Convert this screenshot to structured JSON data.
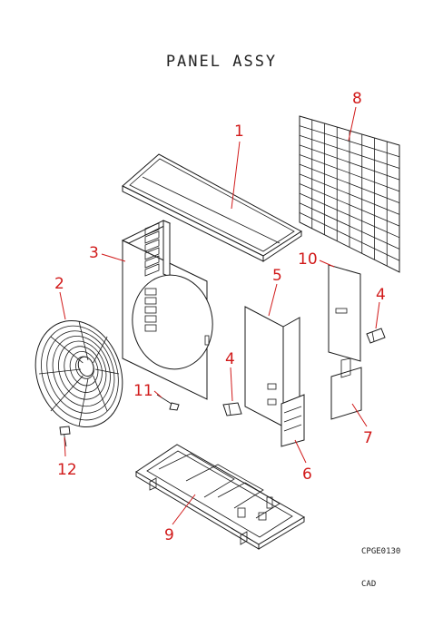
{
  "title": "PANEL ASSY",
  "drawing_code": "CPGE0130",
  "drawing_type": "CAD",
  "callout_color": "#d11a1a",
  "callouts": {
    "c1": "1",
    "c2": "2",
    "c3": "3",
    "c4a": "4",
    "c4b": "4",
    "c5": "5",
    "c6": "6",
    "c7": "7",
    "c8": "8",
    "c9": "9",
    "c10": "10",
    "c11": "11",
    "c12": "12"
  }
}
